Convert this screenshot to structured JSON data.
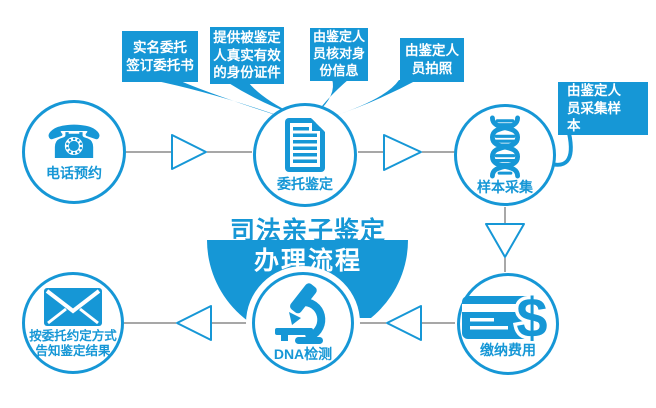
{
  "colors": {
    "accent": "#1697d6",
    "connector_gray": "#8a8a8a",
    "background": "#ffffff"
  },
  "title": {
    "line1": "司法亲子鉴定",
    "line2": "办理流程"
  },
  "nodes": {
    "phone": {
      "icon": "phone-icon",
      "glyph": "☎",
      "label": "电话预约"
    },
    "entrust": {
      "icon": "document-icon",
      "label": "委托鉴定"
    },
    "sample": {
      "icon": "dna-helix-icon",
      "label": "样本采集"
    },
    "pay": {
      "icon": "credit-card-dollar-icon",
      "dollar": "$",
      "label": "缴纳费用"
    },
    "dna": {
      "icon": "microscope-icon",
      "label": "DNA检测"
    },
    "result": {
      "icon": "envelope-icon",
      "line1": "按委托约定方式",
      "line2": "告知鉴定结果"
    }
  },
  "callouts": {
    "c1": {
      "l1": "实名委托",
      "l2": "签订委托书"
    },
    "c2": {
      "l1": "提供被鉴定",
      "l2": "人真实有效",
      "l3": "的身份证件"
    },
    "c3": {
      "l1": "由鉴定人",
      "l2": "员核对身",
      "l3": "份信息"
    },
    "c4": {
      "l1": "由鉴定人",
      "l2": "员拍照"
    },
    "c5": {
      "l1": "由鉴定人",
      "l2": "员采集样",
      "l3": "本"
    }
  }
}
